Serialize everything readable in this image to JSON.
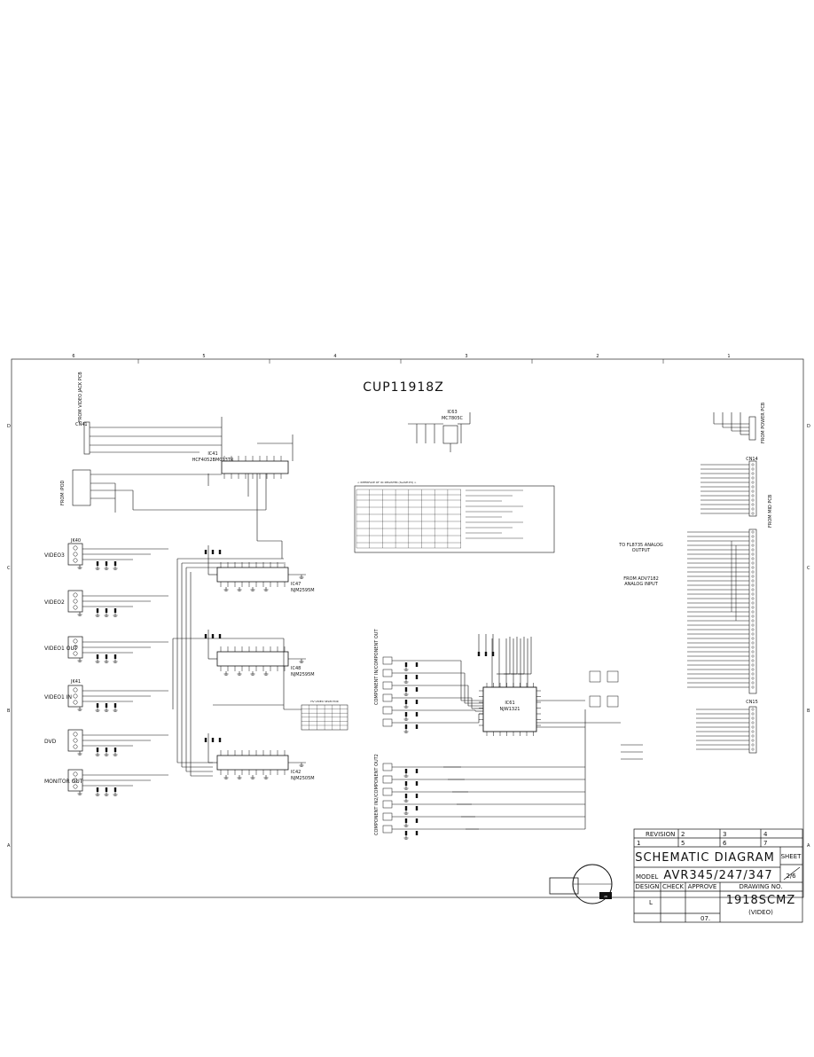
{
  "sheet": {
    "title": "CUP11918Z",
    "col_markers": [
      "6",
      "5",
      "4",
      "3",
      "2",
      "1"
    ],
    "row_markers": [
      "D",
      "C",
      "B",
      "A"
    ]
  },
  "left_blocks": {
    "connector_cn41": "CN41",
    "from_label": "FROM VIDEO JACK PCB",
    "from_ipod": "FROM iPOD",
    "ic_top_label": "IC41",
    "ic_top_part": "HCF4052BM013TR",
    "jacks": [
      "VIDEO3",
      "VIDEO2",
      "VIDEO1 OUT",
      "VIDEO1 IN",
      "DVD",
      "MONITOR OUT"
    ],
    "jack_refs": [
      "JK40",
      "JK41"
    ],
    "ic_parts": [
      "NJM2595M",
      "NJM2595M",
      "NJM2505M"
    ],
    "ic_refs": [
      "IC47",
      "IC48",
      "IC42"
    ]
  },
  "center": {
    "regulator_ref": "IC63",
    "regulator_part": "MC7805C",
    "table_title": "< INTERFACE OF IIC REGISTER (SLAVE:P3) >",
    "component_in1": "COMPONENT IN/COMPONENT OUT",
    "component_in2": "COMPONENT IN2/COMPONENT OUT2",
    "ic_main_ref": "IC61",
    "ic_main_part": "NJW1321",
    "table_ref": "HV VIDEO SELECTOR"
  },
  "right_blocks": {
    "from_power": "FROM POWER PCB",
    "cn_top": "CN14",
    "from_mid": "FROM MID PCB",
    "to_analog": "TO FL8735 ANALOG OUTPUT",
    "from_analog": "FROM ADV7182 ANALOG INPUT",
    "cn_bottom": "CN15"
  },
  "title_block": {
    "revision_label": "REVISION",
    "rev_cells": [
      "2",
      "3",
      "4",
      "5",
      "6",
      "7"
    ],
    "rev_first": "1",
    "heading": "SCHEMATIC DIAGRAM",
    "sheet_label": "SHEET",
    "sheet_value": "2/6",
    "model_label": "MODEL",
    "model_value": "AVR345/247/347",
    "design_label": "DESIGN",
    "check_label": "CHECK",
    "approve_label": "APPROVE",
    "drawing_no_label": "DRAWING NO.",
    "design_value": "L",
    "date_value": "07.",
    "drawing_no": "1918SCMZ",
    "drawing_sub": "(VIDEO)"
  },
  "stamp": {
    "text": "28"
  }
}
